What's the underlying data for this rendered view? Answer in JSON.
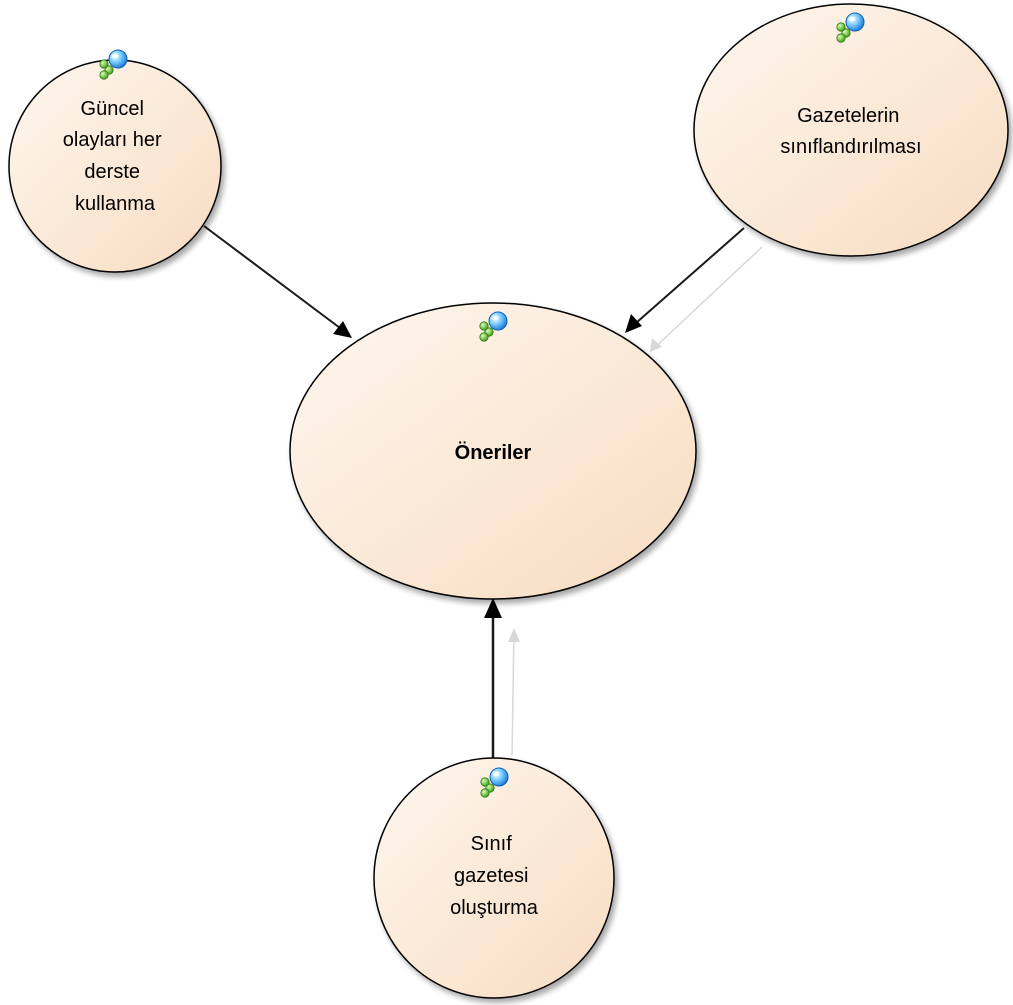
{
  "diagram": {
    "nodes": {
      "guncel": {
        "label_lines": [
          "Güncel",
          "olayları her",
          "derste",
          "kullanma"
        ],
        "bold": false,
        "icon": "network-globe-icon"
      },
      "gazeteler": {
        "label_lines": [
          "Gazetelerin",
          "sınıflandırılması"
        ],
        "bold": false,
        "icon": "network-globe-icon"
      },
      "oneriler": {
        "label_lines": [
          "Öneriler"
        ],
        "bold": true,
        "icon": "network-globe-icon"
      },
      "sinif": {
        "label_lines": [
          "Sınıf",
          "gazetesi",
          "oluşturma"
        ],
        "bold": false,
        "icon": "network-globe-icon"
      }
    },
    "edges": [
      {
        "from": "guncel",
        "to": "oneriler"
      },
      {
        "from": "gazeteler",
        "to": "oneriler"
      },
      {
        "from": "sinif",
        "to": "oneriler"
      }
    ],
    "colors": {
      "node_fill_light": "#fdf3e8",
      "node_fill_dark": "#f6dcc0",
      "node_stroke": "#000000",
      "edge": "#1a1a1a",
      "edge_ghost": "#d8d8d8"
    }
  }
}
